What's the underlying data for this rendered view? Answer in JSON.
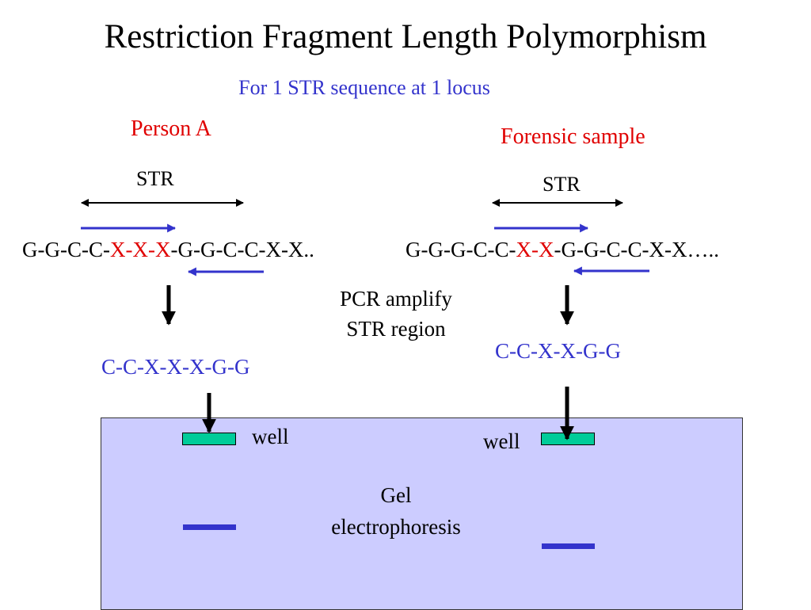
{
  "title": "Restriction Fragment Length Polymorphism",
  "subtitle": "For 1 STR sequence at 1 locus",
  "person_a": {
    "label": "Person A",
    "str_label": "STR",
    "sequence": {
      "prefix": "G-G-C-C-",
      "highlight": "X-X-X",
      "suffix": "-G-G-C-C-X-X.."
    },
    "fragment": "C-C-X-X-X-G-G",
    "well_label": "well"
  },
  "forensic_sample": {
    "label": "Forensic sample",
    "str_label": "STR",
    "sequence": {
      "prefix": "G-G-G-C-C-",
      "highlight": "X-X",
      "suffix": "-G-G-C-C-X-X….."
    },
    "fragment": "C-C-X-X-G-G",
    "well_label": "well"
  },
  "pcr_label": {
    "line1": "PCR amplify",
    "line2": "STR region"
  },
  "gel_label": {
    "line1": "Gel",
    "line2": "electrophoresis"
  },
  "colors": {
    "red": "#e00000",
    "blue": "#3333cc",
    "gel": "#ccccff",
    "well": "#00cc99"
  }
}
